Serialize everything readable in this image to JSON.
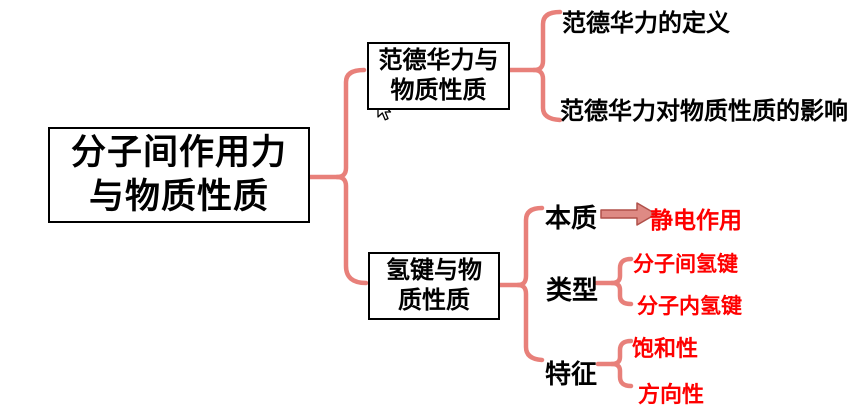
{
  "root": {
    "line1": "分子间作用力",
    "line2": "与物质性质"
  },
  "branches": {
    "vdw": {
      "box_line1": "范德华力与",
      "box_line2": "物质性质",
      "children": {
        "definition": "范德华力的定义",
        "influence": "范德华力对物质性质的影响"
      }
    },
    "hbond": {
      "box_line1": "氢键与物",
      "box_line2": "质性质",
      "essence": {
        "label": "本质",
        "value": "静电作用"
      },
      "types": {
        "label": "类型",
        "items": [
          "分子间氢键",
          "分子内氢键"
        ]
      },
      "features": {
        "label": "特征",
        "items": [
          "饱和性",
          "方向性"
        ]
      }
    }
  },
  "colors": {
    "connector": "#e8807a",
    "arrow_fill": "#de8a84",
    "arrow_border": "#b0504a",
    "red_text": "#fe0000",
    "black_text": "#000000",
    "background": "#ffffff"
  }
}
